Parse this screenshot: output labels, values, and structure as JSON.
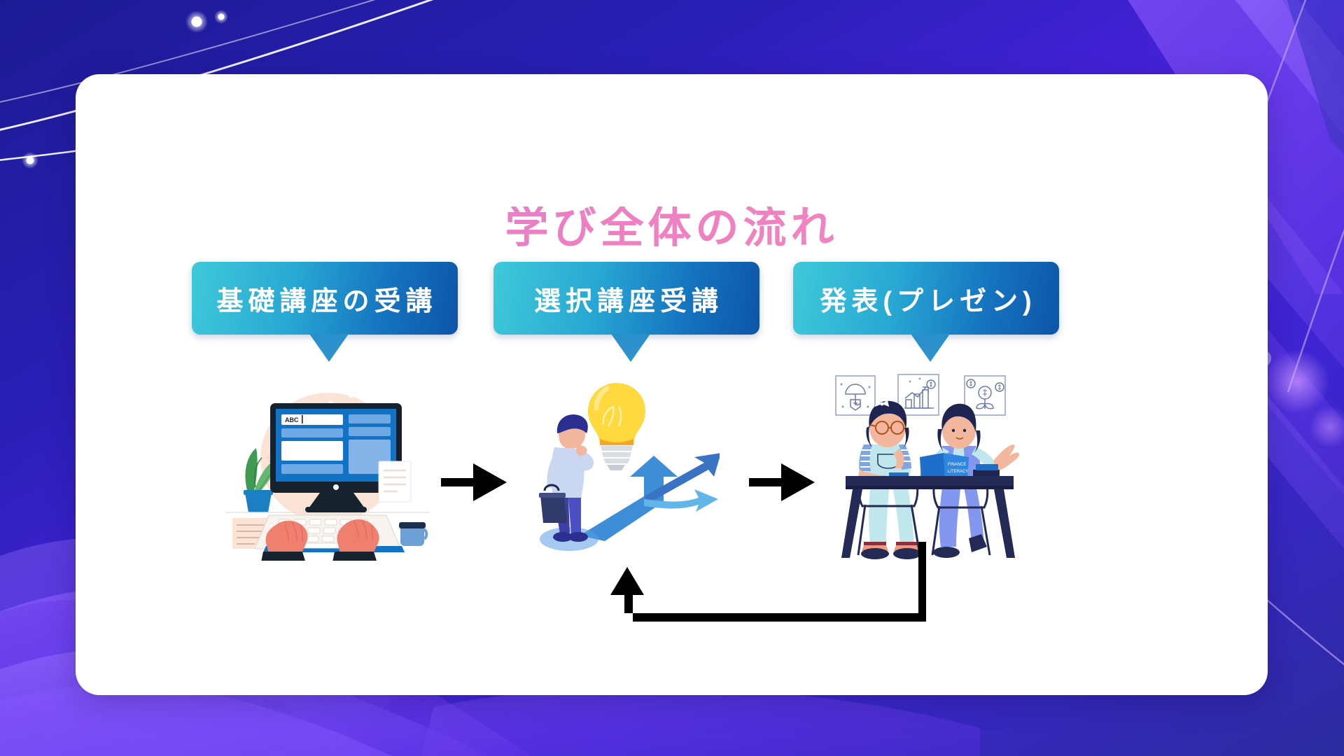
{
  "slide": {
    "title": "学び全体の流れ",
    "title_color": "#ee82bb",
    "card_background": "#ffffff",
    "background_colors": [
      "#1b1b8f",
      "#3b1fd0",
      "#5b2ae8",
      "#7a46f0",
      "#2a2d9e"
    ]
  },
  "steps": [
    {
      "index": 1,
      "label": "基礎講座の受講",
      "banner_gradient_from": "#3fc9d9",
      "banner_gradient_to": "#0d55a8",
      "illustration": "desk-computer-typing-illustration",
      "illustration_texts": [
        "ABC"
      ]
    },
    {
      "index": 2,
      "label": "選択講座受講",
      "banner_gradient_from": "#3fc9d9",
      "banner_gradient_to": "#0d55a8",
      "illustration": "person-thinking-lightbulb-branching-arrows-illustration",
      "illustration_texts": []
    },
    {
      "index": 3,
      "label": "発表(プレゼン)",
      "banner_gradient_from": "#3fc9d9",
      "banner_gradient_to": "#0d55a8",
      "illustration": "two-people-presenting-at-desk-illustration",
      "illustration_texts": [
        "FINANCE",
        "LITERACY"
      ]
    }
  ],
  "connectors": [
    {
      "name": "step1-to-step2",
      "direction": "right",
      "color": "#000000"
    },
    {
      "name": "step2-to-step3",
      "direction": "right",
      "color": "#000000"
    },
    {
      "name": "step3-back-to-step2",
      "direction": "loop-up",
      "color": "#000000"
    }
  ]
}
